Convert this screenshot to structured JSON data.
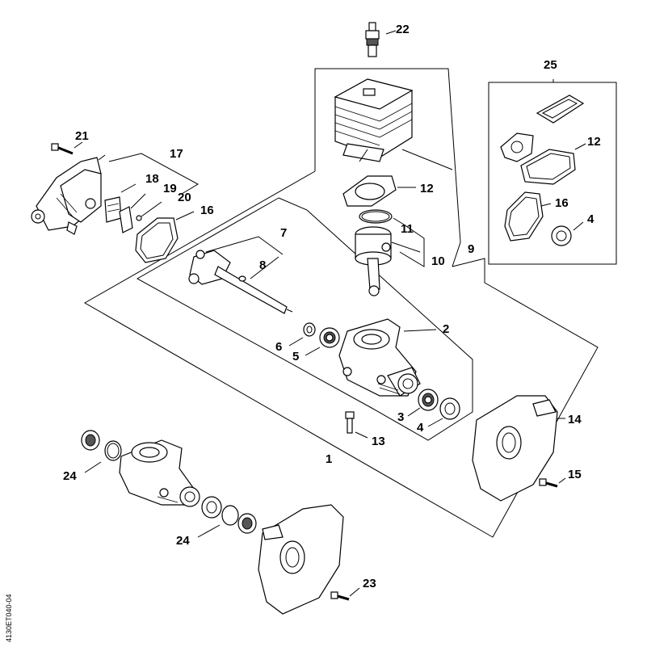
{
  "diagram": {
    "callouts": [
      "1",
      "2",
      "3",
      "4",
      "5",
      "6",
      "7",
      "8",
      "9",
      "10",
      "11",
      "12",
      "13",
      "14",
      "15",
      "16",
      "17",
      "18",
      "19",
      "20",
      "21",
      "22",
      "23",
      "24",
      "25"
    ],
    "group25_labels": [
      "12",
      "16",
      "4"
    ],
    "side_code": "4130ET040-04"
  }
}
